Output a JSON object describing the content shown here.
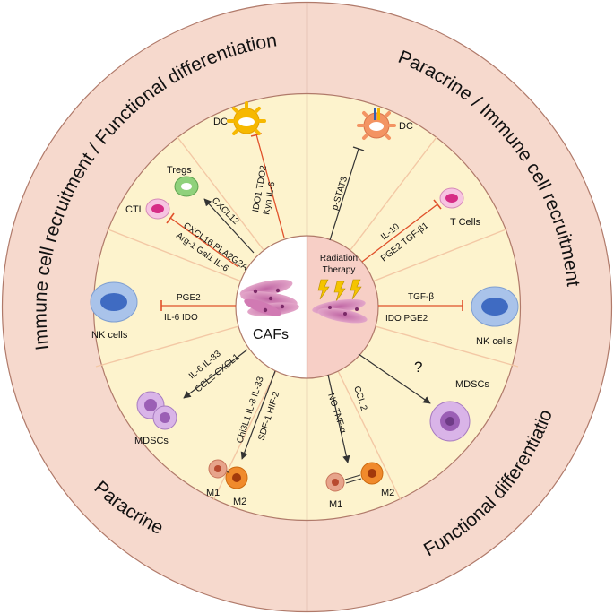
{
  "outer_ring": {
    "left_top": "Immune cell recruitment  /  Functional differentiation",
    "left_bottom": "Paracrine",
    "right_top": "Paracrine  /  Immune cell recruitment",
    "right_bottom": "Functional differentiation"
  },
  "center": {
    "left_label": "CAFs",
    "right_label_line1": "Radiation",
    "right_label_line2": "Therapy"
  },
  "cells": {
    "dc_left": "DC",
    "tregs": "Tregs",
    "ctl": "CTL",
    "nk_left": "NK cells",
    "mdscs_left": "MDSCs",
    "m1_left": "M1",
    "m2_left": "M2",
    "dc_right": "DC",
    "tcells": "T Cells",
    "nk_right": "NK cells",
    "mdscs_right": "MDSCs",
    "m1_right": "M1",
    "m2_right": "M2"
  },
  "factors": {
    "dc_left_a": "IDO1  TDO2",
    "dc_left_b": "Kyn   IL-6",
    "tregs": "CXCL12",
    "ctl_a": "CXCL16  PLA2G2A",
    "ctl_b": "Arg-1   Gal1    IL-6",
    "nk_left_a": "PGE2",
    "nk_left_b": "IL-6     IDO",
    "mdscs_left_a": "IL-6  IL-33",
    "mdscs_left_b": "CCL2   CXCL1",
    "m_left_a": "Chi3L1  IL-8  IL-33",
    "m_left_b": "SDF-1   HIF-2",
    "dc_right": "p-STAT3",
    "tcells_a": "IL-10",
    "tcells_b": "PGE2  TGF-β1",
    "nk_right_a": "TGF-β",
    "nk_right_b": "IDO     PGE2",
    "mdscs_right": "?",
    "m_right_a": "CCL 2",
    "m_right_b": "NO  TNF-α"
  },
  "colors": {
    "outer_ring": "#f6d9cd",
    "inner_disc": "#fdf3cd",
    "center_left": "#ffffff",
    "center_right": "#f7cfc6",
    "arrow": "#333333",
    "inhibit": "#e0502a"
  },
  "icons": [
    "dc-cell-icon",
    "treg-cell-icon",
    "ctl-cell-icon",
    "nk-cell-icon",
    "mdsc-cell-icon",
    "macrophage-m1-icon",
    "macrophage-m2-icon",
    "t-cell-icon",
    "caf-fibroblast-icon",
    "radiation-bolt-icon"
  ]
}
